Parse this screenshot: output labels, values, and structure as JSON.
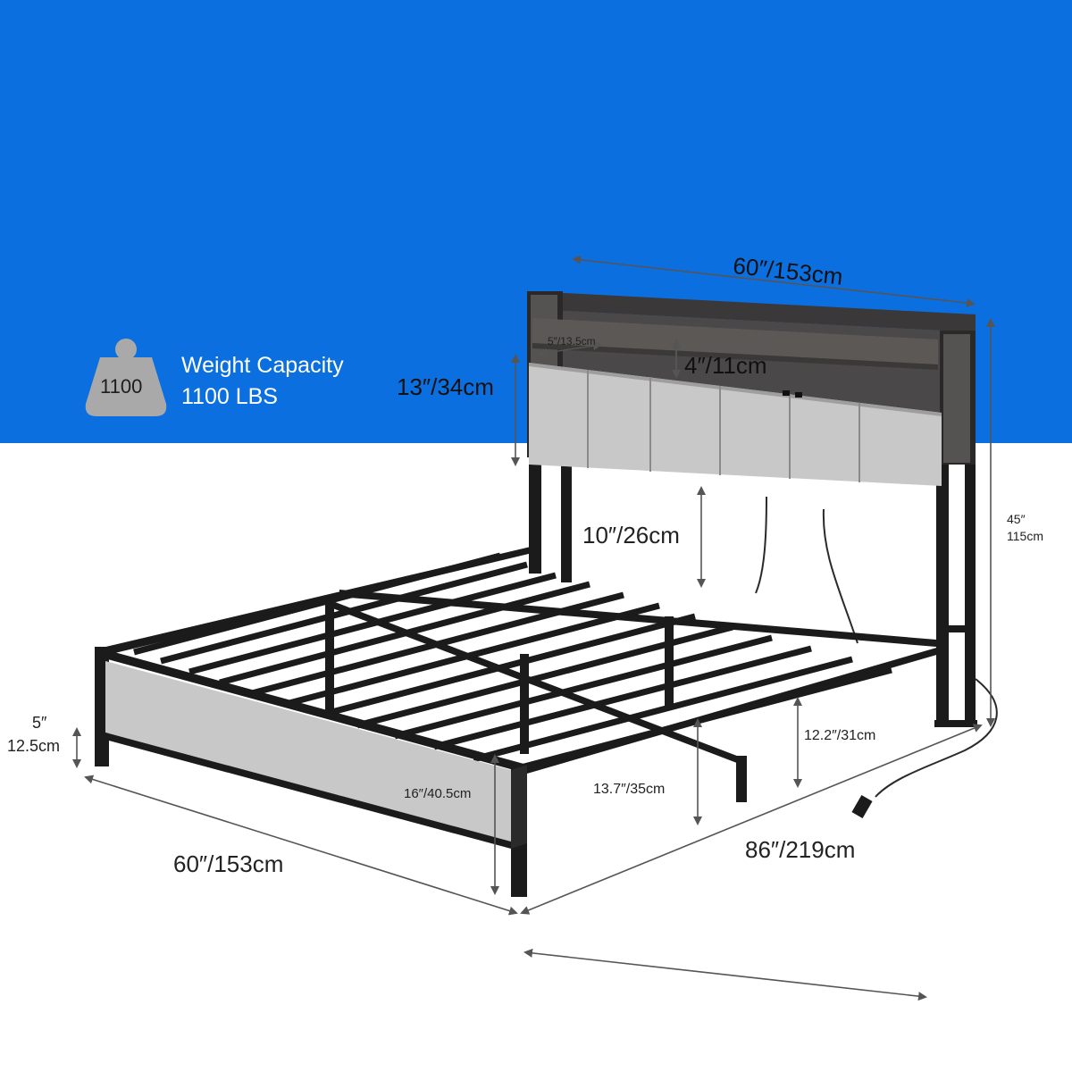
{
  "colors": {
    "top_background": "#0b6fe0",
    "bottom_background": "#ffffff",
    "fabric": "#c8c8c8",
    "fabric_seam": "#8a8a8a",
    "wood": "#4a4848",
    "metal": "#1b1b1b",
    "dimension_line": "#555555",
    "label_text": "#222222",
    "weight_icon": "#a9a9a9"
  },
  "weight_capacity": {
    "icon_value": "1100",
    "title": "Weight Capacity",
    "subtitle": "1100 LBS",
    "icon": "weight-icon"
  },
  "dimensions": {
    "headboard_width": "60″/153cm",
    "shelf_depth": "5″/13.5cm",
    "shelf_height": "4″/11cm",
    "headboard_panel_height": "13″/34cm",
    "headboard_total_height_in": "45″",
    "headboard_total_height_cm": "115cm",
    "under_headboard_clearance": "10″/26cm",
    "foot_height_in": "5″",
    "foot_height_cm": "12.5cm",
    "footboard_height": "16″/40.5cm",
    "side_rail_height": "13.7″/35cm",
    "under_bed_clearance": "12.2″/31cm",
    "bed_width": "60″/153cm",
    "bed_length": "86″/219cm"
  }
}
